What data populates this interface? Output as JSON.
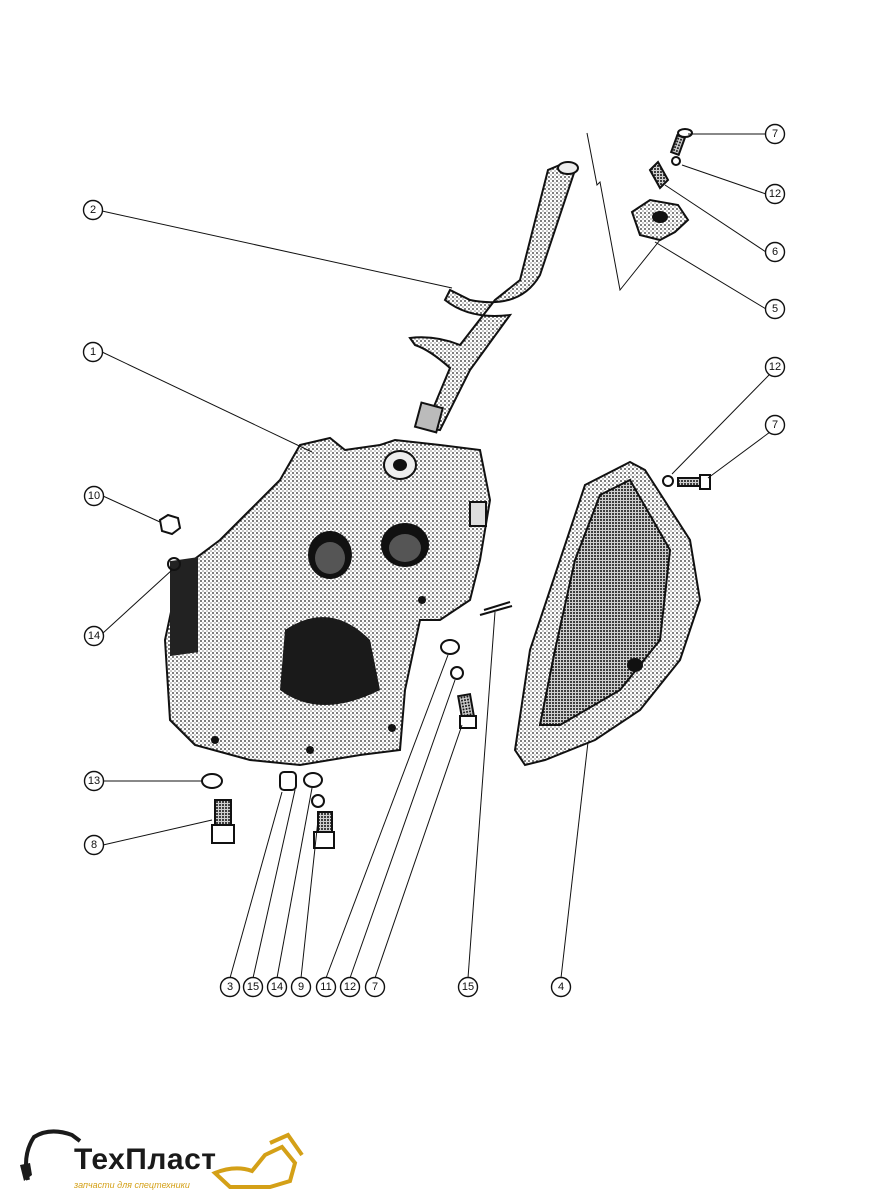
{
  "callouts": {
    "c2": "2",
    "c1": "1",
    "c7a": "7",
    "c12a": "12",
    "c6": "6",
    "c5": "5",
    "c12b": "12",
    "c7b": "7",
    "c10": "10",
    "c14": "14",
    "c13": "13",
    "c8": "8",
    "b3": "3",
    "b15a": "15",
    "b14": "14",
    "b9": "9",
    "b11": "11",
    "b12": "12",
    "b7": "7",
    "b15b": "15",
    "b4": "4"
  },
  "logo": {
    "name": "ТехПласт",
    "tagline": "запчасти для спецтехники",
    "colors": {
      "text": "#1a1a1a",
      "accent": "#d4a017"
    }
  }
}
